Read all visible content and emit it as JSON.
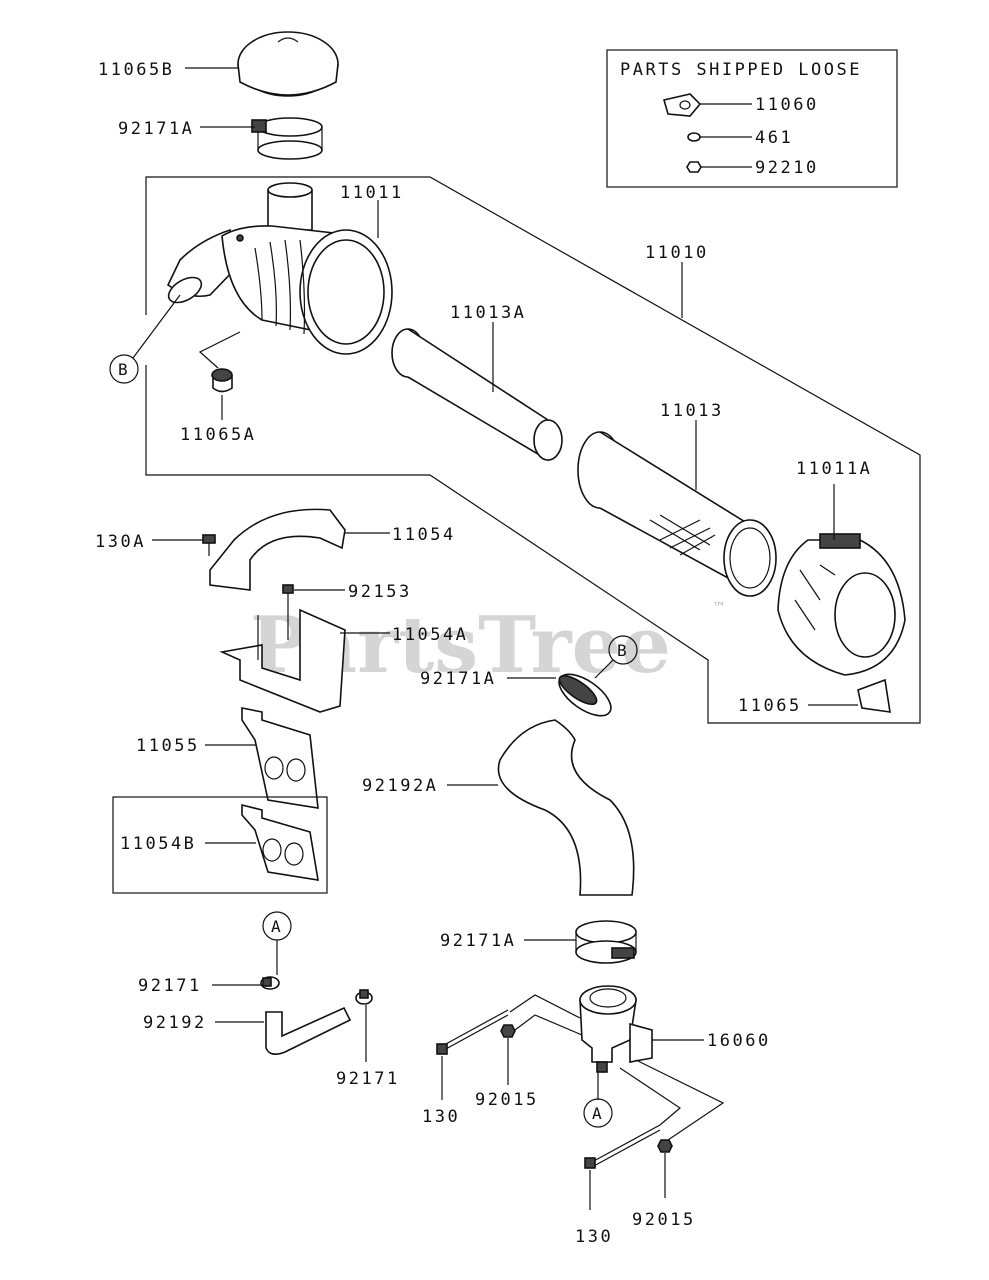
{
  "box": {
    "title": "PARTS SHIPPED LOOSE",
    "items": [
      "11060",
      "461",
      "92210"
    ]
  },
  "labels": {
    "p11065B": "11065B",
    "p92171A_top": "92171A",
    "p11011": "11011",
    "p11010": "11010",
    "p11013A": "11013A",
    "p11065A": "11065A",
    "p11013": "11013",
    "p11011A": "11011A",
    "p130A": "130A",
    "p11054": "11054",
    "p92153": "92153",
    "p11054A": "11054A",
    "p92171A_mid": "92171A",
    "p11065": "11065",
    "p11055": "11055",
    "p92192A": "92192A",
    "p11054B": "11054B",
    "p92171A_low": "92171A",
    "p92171_a": "92171",
    "p92192": "92192",
    "p92171_b": "92171",
    "p16060": "16060",
    "p130_a": "130",
    "p92015_a": "92015",
    "p130_b": "130",
    "p92015_b": "92015"
  },
  "callouts": {
    "B": "B",
    "A": "A"
  },
  "watermark": "PartsTree",
  "trademark": "™"
}
